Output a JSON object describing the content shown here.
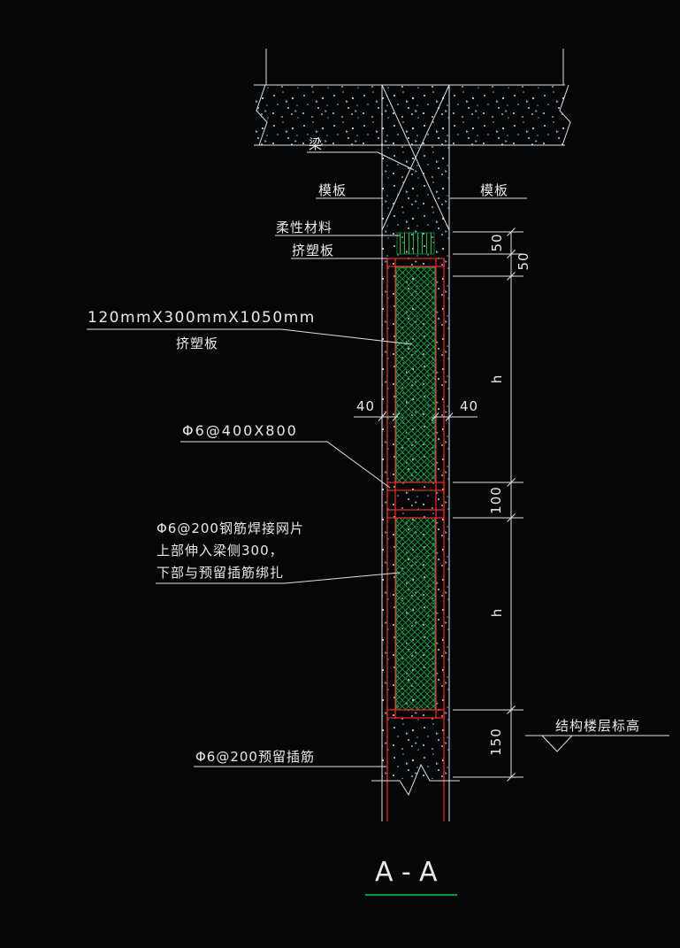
{
  "drawing": {
    "section_title": "A-A",
    "labels": {
      "beam": "梁",
      "formwork_left": "模板",
      "formwork_right": "模板",
      "flexible_material": "柔性材料",
      "extruded_board": "挤塑板",
      "board_size": "120mmX300mmX1050mm",
      "board_size_name": "挤塑板",
      "mesh_spec": "Φ6@400X800",
      "mesh_note_1": "Φ6@200钢筋焊接网片",
      "mesh_note_2": "上部伸入梁侧300，",
      "mesh_note_3": "下部与预留插筋绑扎",
      "dowel_note": "Φ6@200预留插筋",
      "floor_level": "结构楼层标高"
    },
    "dimensions": {
      "chain": [
        "50",
        "50",
        "h",
        "100",
        "h",
        "150"
      ],
      "gap_left": "40",
      "gap_right": "40"
    },
    "colors": {
      "background": "#050608",
      "linework": "#e9e9e9",
      "rebar_red": "#ff2626",
      "board_green": "#00a83c",
      "title_underline_green": "#00cc44",
      "concrete_speck_blue": "#4fa8cf"
    }
  }
}
